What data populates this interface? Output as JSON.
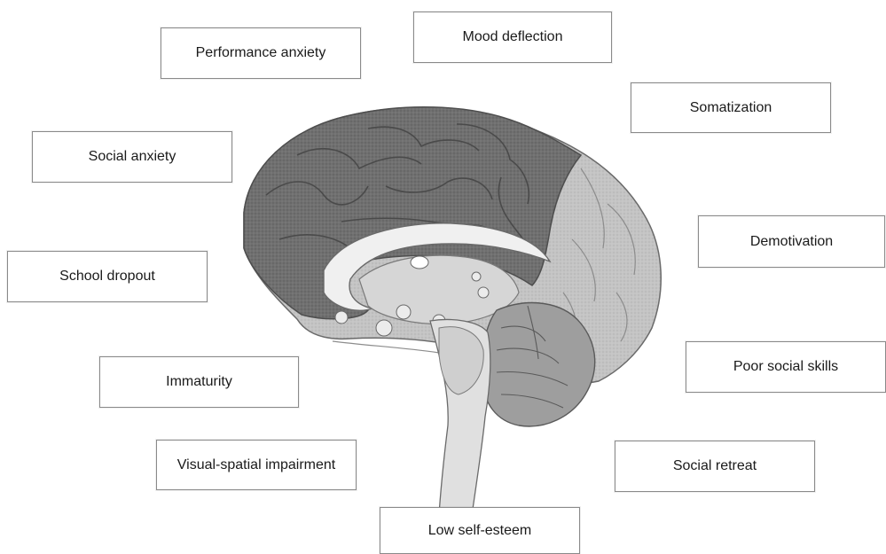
{
  "labels": {
    "performance_anxiety": "Performance anxiety",
    "mood_deflection": "Mood deflection",
    "somatization": "Somatization",
    "social_anxiety": "Social anxiety",
    "demotivation": "Demotivation",
    "school_dropout": "School dropout",
    "immaturity": "Immaturity",
    "poor_social_skills": "Poor social skills",
    "visual_spatial_impairment": "Visual-spatial impairment",
    "social_retreat": "Social retreat",
    "low_self_esteem": "Low self-esteem"
  },
  "colors": {
    "frontal_lobe": "#6e6e6e",
    "cortex": "#bdbdbd",
    "inner_structures": "#d3d3d3",
    "corpus_callosum": "#efefef",
    "box_border": "#8a8a8a"
  }
}
